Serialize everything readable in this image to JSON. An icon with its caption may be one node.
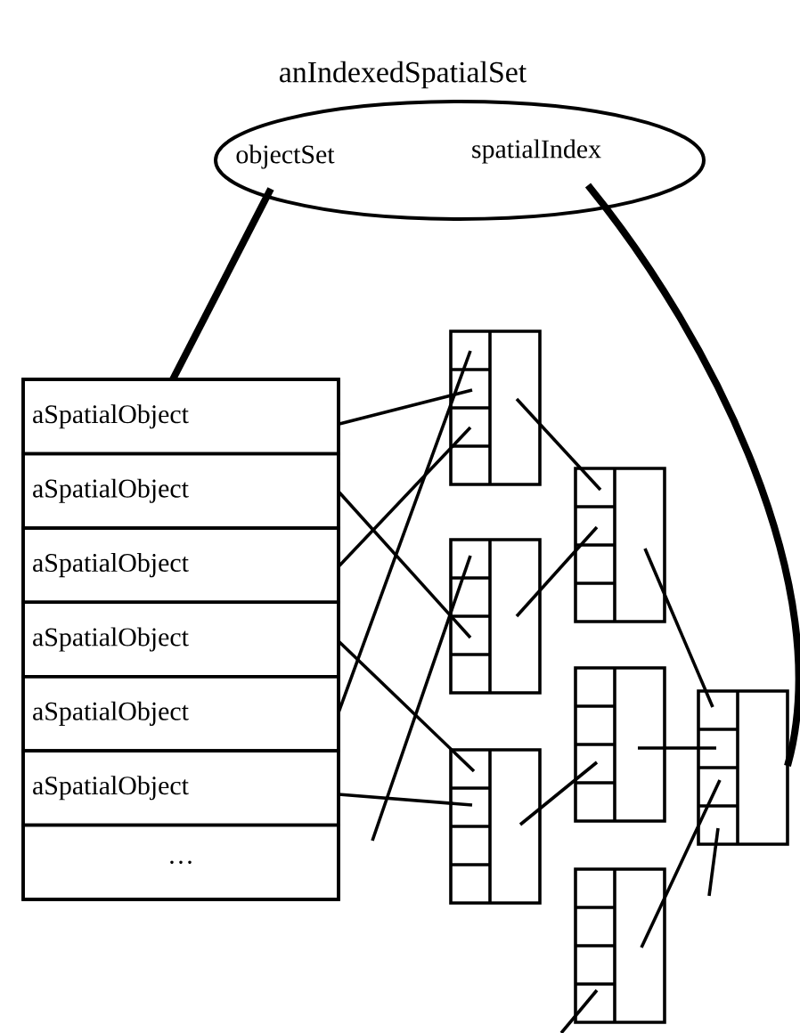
{
  "diagram": {
    "nodes": [
      {
        "text": [
          "anIndexedSpatialSet",
          "objectSet",
          "spatialIndex"
        ]
      },
      {
        "text": [],
        "shape": "box"
      },
      {
        "text": [
          "aSpatialObject"
        ],
        "in": 1
      },
      {
        "text": [
          "aSpatialObject"
        ],
        "in": 1
      },
      {
        "text": [
          "aSpatialObject"
        ],
        "in": 1
      },
      {
        "text": [
          "aSpatialObject"
        ],
        "in": 1
      },
      {
        "text": [
          "aSpatialObject"
        ],
        "in": 1
      },
      {
        "text": [
          "aSpatialObject"
        ],
        "in": 1
      },
      {
        "text": [
          "…"
        ],
        "in": 1
      },
      {
        "text": [],
        "shape": "box"
      },
      {
        "text": [],
        "shape": "box"
      },
      {
        "text": [],
        "shape": "box"
      },
      {
        "text": [],
        "shape": "box"
      },
      {
        "text": [],
        "shape": "box"
      },
      {
        "text": [],
        "shape": "box"
      },
      {
        "text": [],
        "shape": "box"
      }
    ],
    "edges": [
      {
        "from": 0,
        "to": 1,
        "arrow": "none",
        "style": "thick"
      },
      {
        "from": 0,
        "to": 15,
        "arrow": "none",
        "style": "thick"
      },
      {
        "from": 15,
        "to": 12,
        "arrow": "none"
      },
      {
        "from": 15,
        "to": 13,
        "arrow": "none"
      },
      {
        "from": 15,
        "to": 14,
        "arrow": "none"
      },
      {
        "from": 15,
        "to": null,
        "arrow": "none"
      },
      {
        "from": 12,
        "to": 9,
        "arrow": "none"
      },
      {
        "from": 12,
        "to": 10,
        "arrow": "none"
      },
      {
        "from": 13,
        "to": 11,
        "arrow": "none"
      },
      {
        "from": 14,
        "to": null,
        "arrow": "none"
      },
      {
        "from": 9,
        "to": 6,
        "arrow": "none"
      },
      {
        "from": 9,
        "to": 2,
        "arrow": "none"
      },
      {
        "from": 9,
        "to": 4,
        "arrow": "none"
      },
      {
        "from": 10,
        "to": null,
        "arrow": "none"
      },
      {
        "from": 10,
        "to": 3,
        "arrow": "none"
      },
      {
        "from": 11,
        "to": 5,
        "arrow": "none"
      },
      {
        "from": 11,
        "to": 7,
        "arrow": "none"
      }
    ]
  }
}
